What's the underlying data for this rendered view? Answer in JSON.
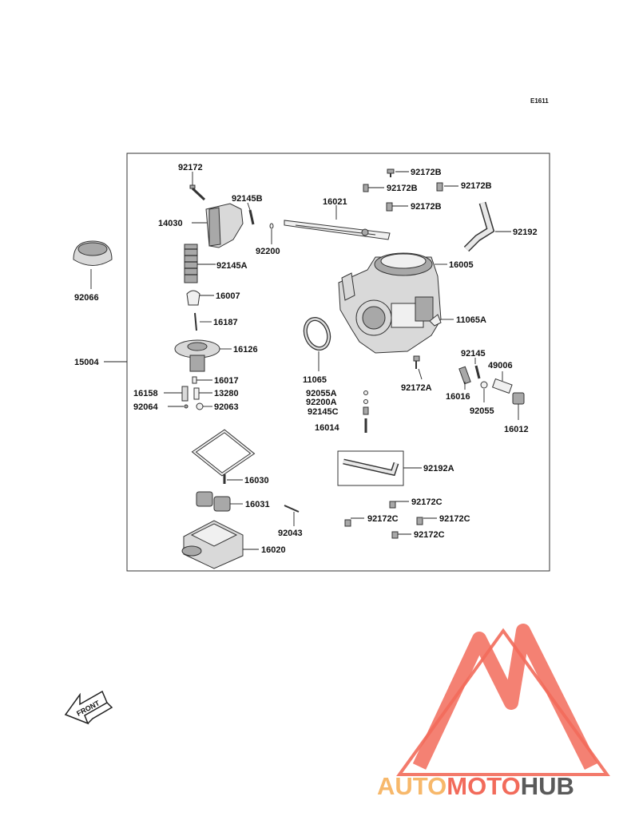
{
  "diagram_code": "E1611",
  "brand": {
    "part1": "AUTO",
    "part2": "MOTO",
    "part3": "HUB"
  },
  "front_marker": "FRONT",
  "labels": {
    "l92172": "92172",
    "l92145B": "92145B",
    "l14030": "14030",
    "l92200": "92200",
    "l92145A": "92145A",
    "l16007": "16007",
    "l16187": "16187",
    "l16126": "16126",
    "l16017": "16017",
    "l16158": "16158",
    "l13280": "13280",
    "l92064": "92064",
    "l92063": "92063",
    "l16030": "16030",
    "l16031": "16031",
    "l92043": "92043",
    "l16020": "16020",
    "l92066": "92066",
    "l15004": "15004",
    "l16021": "16021",
    "l92172B_1": "92172B",
    "l92172B_2": "92172B",
    "l92172B_3": "92172B",
    "l92172B_4": "92172B",
    "l92192": "92192",
    "l16005": "16005",
    "l11065A": "11065A",
    "l11065": "11065",
    "l92172A": "92172A",
    "l92145": "92145",
    "l49006": "49006",
    "l16016": "16016",
    "l92055": "92055",
    "l16012": "16012",
    "l92055A": "92055A",
    "l92200A": "92200A",
    "l92145C": "92145C",
    "l16014": "16014",
    "l92192A": "92192A",
    "l92172C_1": "92172C",
    "l92172C_2": "92172C",
    "l92172C_3": "92172C",
    "l92172C_4": "92172C"
  },
  "colors": {
    "logo_red": "#f26b5b",
    "logo_orange": "#f7b86b",
    "logo_gray": "#5a5a5a"
  }
}
